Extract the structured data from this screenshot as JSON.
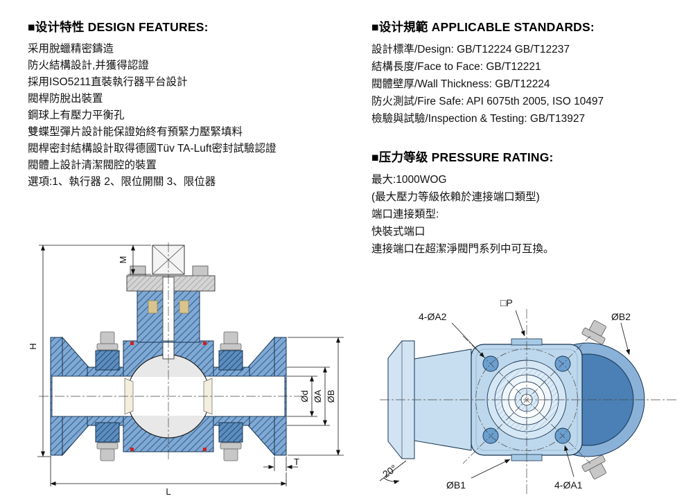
{
  "design_features": {
    "title": "■设计特性 DESIGN FEATURES:",
    "items": [
      "采用脫蠟精密鑄造",
      "防火結構設計,并獲得認證",
      "採用ISO5211直裝執行器平台設計",
      "閥桿防脫出裝置",
      "鋼球上有壓力平衡孔",
      "雙蝶型彈片設計能保證始終有預緊力壓緊填料",
      "閥桿密封結構設計取得德國Tüv TA-Luft密封試驗認證",
      "閥體上設計清潔閥腔的裝置",
      "選項:1、執行器  2、限位開關  3、限位器"
    ]
  },
  "standards": {
    "title": "■设计規範 APPLICABLE STANDARDS:",
    "items": [
      "設計標準/Design: GB/T12224  GB/T12237",
      "結構長度/Face to Face: GB/T12221",
      "閥體壁厚/Wall Thickness: GB/T12224",
      "防火測試/Fire Safe: API 6075th 2005, ISO 10497",
      "檢驗與試驗/Inspection & Testing: GB/T13927"
    ]
  },
  "pressure": {
    "title": "■压力等级 PRESSURE RATING:",
    "items": [
      "最大:1000WOG",
      "(最大壓力等級依賴於連接端口類型)",
      "端口連接類型:",
      "快裝式端口",
      "連接端口在超潔淨閥門系列中可互換。"
    ]
  },
  "left_drawing": {
    "labels": {
      "m": "M",
      "h": "H",
      "d": "Ød",
      "a": "ØA",
      "b": "ØB",
      "t": "T",
      "l": "L"
    }
  },
  "right_drawing": {
    "labels": {
      "a2": "4-ØA2",
      "p": "□P",
      "b2": "ØB2",
      "angle": "20°",
      "b1": "ØB1",
      "a1": "4-ØA1"
    }
  },
  "colors": {
    "body_blue": "#24527f",
    "mid_blue": "#7fa9d4",
    "light_blue": "#bdd7ec",
    "accent_red": "#cf2020"
  }
}
